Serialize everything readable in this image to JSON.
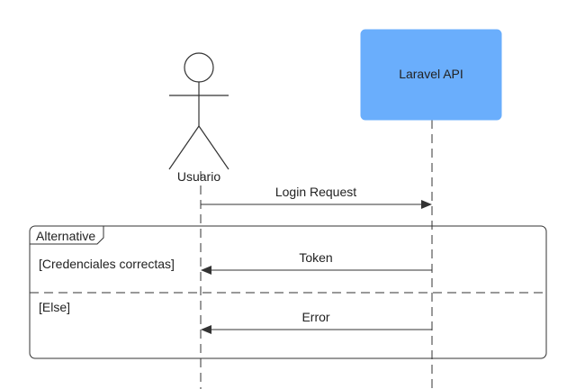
{
  "diagram": {
    "type": "sequence",
    "participants": [
      {
        "id": "usuario",
        "kind": "actor",
        "label": "Usuario"
      },
      {
        "id": "api",
        "kind": "box",
        "label": "Laravel API"
      }
    ],
    "messages": [
      {
        "from": "usuario",
        "to": "api",
        "label": "Login Request"
      },
      {
        "from": "api",
        "to": "usuario",
        "label": "Token"
      },
      {
        "from": "api",
        "to": "usuario",
        "label": "Error"
      }
    ],
    "fragment": {
      "kind": "alt",
      "title": "Alternative",
      "sections": [
        {
          "guard": "[Credenciales correctas]"
        },
        {
          "guard": "[Else]"
        }
      ]
    }
  },
  "colors": {
    "box_fill": "#6aaefc",
    "line": "#333333",
    "text": "#222222",
    "canvas": "#ffffff"
  }
}
